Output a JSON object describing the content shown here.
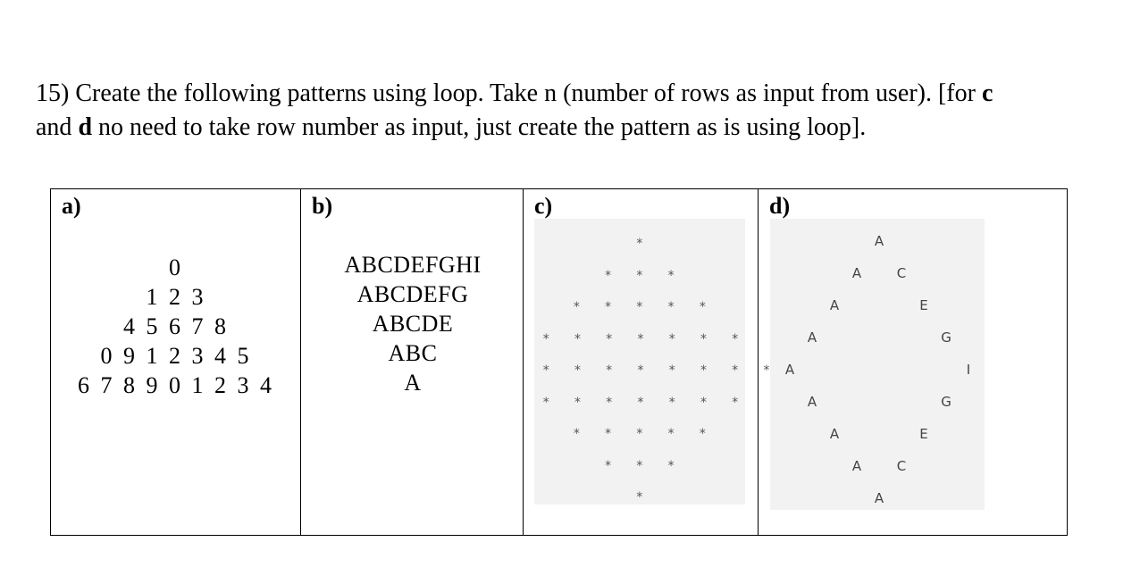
{
  "question": {
    "line1_text": "15) Create the following patterns using loop. Take n (number of rows as input from user). [for ",
    "line1_bold": "c",
    "line2_bold": "and d",
    "line2_text": " no need to take row number as input, just create the pattern as is using loop]."
  },
  "table": {
    "labels": [
      "a)",
      "b)",
      "c)",
      "d)"
    ],
    "pattern_a": [
      "0",
      "1 2 3",
      "4 5 6 7 8",
      "0 9 1 2 3 4 5",
      "6 7 8 9 0 1 2 3 4"
    ],
    "pattern_b": [
      "ABCDEFGHI",
      "ABCDEFG",
      "ABCDE",
      "ABC",
      "A"
    ],
    "pattern_c": [
      "*",
      "* * *",
      "* * * * *",
      "* * * * * * *",
      "* * * * * * * * *",
      "* * * * * * *",
      "* * * * *",
      "* * *",
      "*"
    ],
    "pattern_d": [
      {
        "left": "A",
        "right": ""
      },
      {
        "left": "A",
        "right": "C"
      },
      {
        "left": "A",
        "right": "E"
      },
      {
        "left": "A",
        "right": "G"
      },
      {
        "left": "A",
        "right": "I"
      },
      {
        "left": "A",
        "right": "G"
      },
      {
        "left": "A",
        "right": "E"
      },
      {
        "left": "A",
        "right": "C"
      },
      {
        "left": "A",
        "right": ""
      }
    ]
  }
}
